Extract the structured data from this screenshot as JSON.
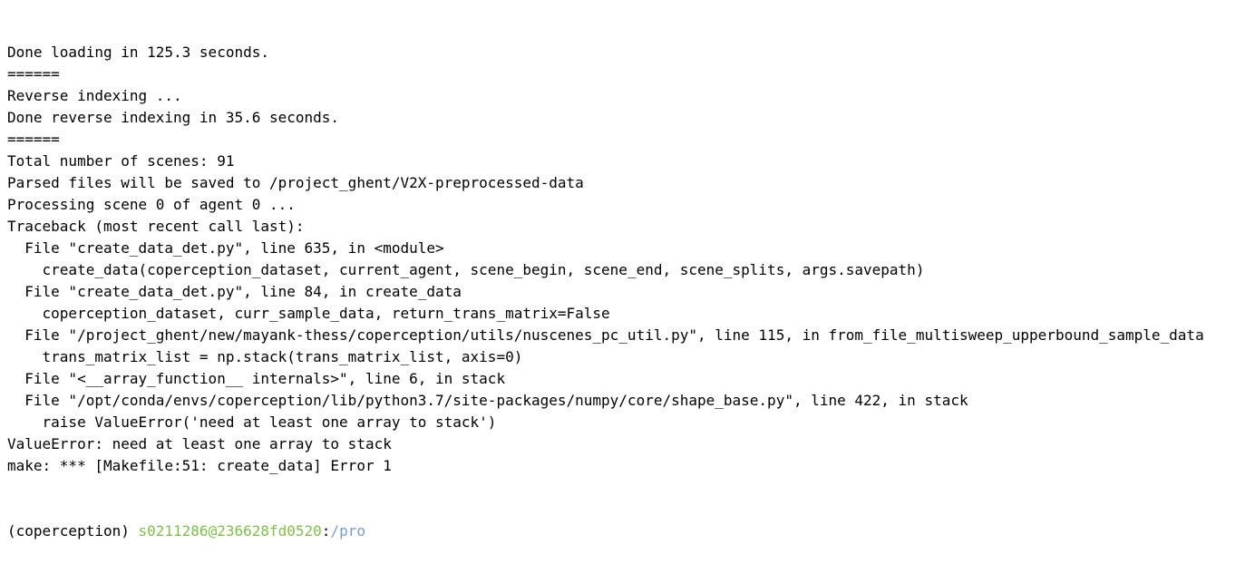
{
  "terminal": {
    "lines": [
      "Done loading in 125.3 seconds.",
      "======",
      "Reverse indexing ...",
      "Done reverse indexing in 35.6 seconds.",
      "======",
      "Total number of scenes: 91",
      "Parsed files will be saved to /project_ghent/V2X-preprocessed-data",
      "Processing scene 0 of agent 0 ...",
      "Traceback (most recent call last):",
      "  File \"create_data_det.py\", line 635, in <module>",
      "    create_data(coperception_dataset, current_agent, scene_begin, scene_end, scene_splits, args.savepath)",
      "  File \"create_data_det.py\", line 84, in create_data",
      "    coperception_dataset, curr_sample_data, return_trans_matrix=False",
      "  File \"/project_ghent/new/mayank-thess/coperception/utils/nuscenes_pc_util.py\", line 115, in from_file_multisweep_upperbound_sample_data",
      "    trans_matrix_list = np.stack(trans_matrix_list, axis=0)",
      "  File \"<__array_function__ internals>\", line 6, in stack",
      "  File \"/opt/conda/envs/coperception/lib/python3.7/site-packages/numpy/core/shape_base.py\", line 422, in stack",
      "    raise ValueError('need at least one array to stack')",
      "ValueError: need at least one array to stack",
      "make: *** [Makefile:51: create_data] Error 1"
    ],
    "prompt": {
      "env": "(coperception) ",
      "user_host": "s0211286@236628fd0520",
      "sep": ":",
      "path": "/pro"
    },
    "colors": {
      "user_host": "#7cc244",
      "path": "#6f9fd8",
      "text": "#000000",
      "background": "#ffffff"
    }
  }
}
